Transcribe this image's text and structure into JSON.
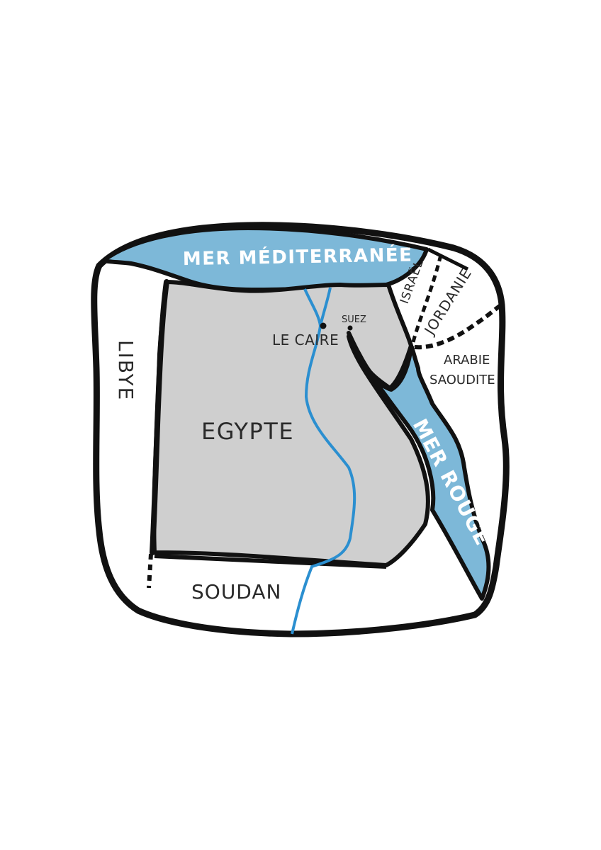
{
  "colors": {
    "sea": "#7db8d8",
    "egypt": "#cfcfcf",
    "land": "#ffffff",
    "outline": "#111111",
    "river": "#2b8fd0"
  },
  "labels": {
    "sea_north": "MER MÉDITERRANÉE",
    "sea_east": "MER ROUGE",
    "country_main": "EGYPTE",
    "country_west": "LIBYE",
    "country_south": "SOUDAN",
    "country_ne1": "ISRAËL",
    "country_ne2": "JORDANIE",
    "country_east_line1": "ARABIE",
    "country_east_line2": "SAOUDITE",
    "city_capital": "LE CAIRE",
    "city_suez": "SUEZ"
  }
}
